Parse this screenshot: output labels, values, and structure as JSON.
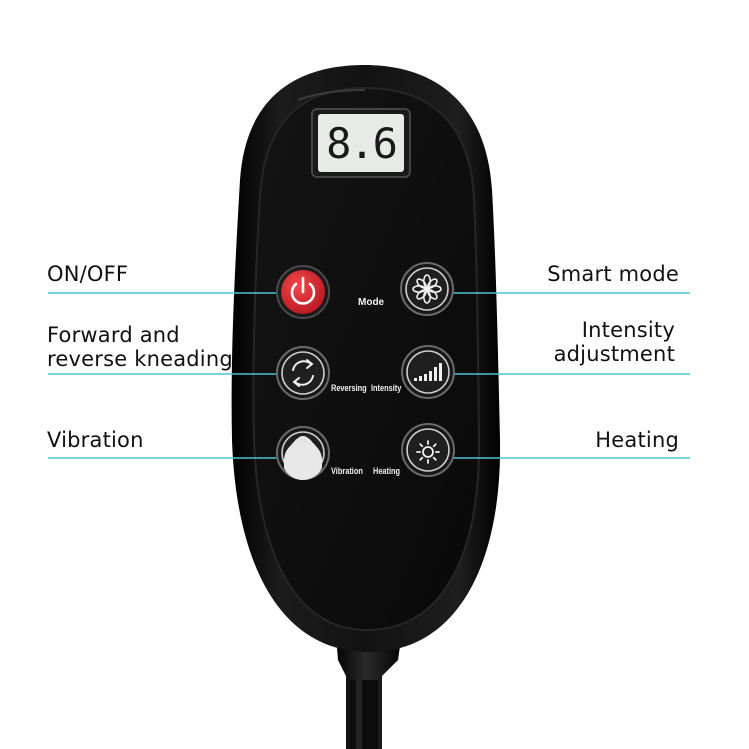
{
  "display": {
    "value": "8.6"
  },
  "buttons": {
    "power": {
      "icon": "power-icon",
      "color": "#d9262c"
    },
    "mode": {
      "label": "Mode",
      "icon": "flower-icon"
    },
    "reversing": {
      "label": "Reversing",
      "icon": "rotate-arrows-icon"
    },
    "intensity": {
      "label": "Intensity",
      "icon": "signal-bars-icon"
    },
    "vibration": {
      "label": "Vibration",
      "icon": "wave-icon"
    },
    "heating": {
      "label": "Heating",
      "icon": "sun-icon"
    }
  },
  "callouts": {
    "on_off": "ON/OFF",
    "smart_mode": "Smart mode",
    "forward_reverse": [
      "Forward and",
      "reverse kneading"
    ],
    "intensity_adjustment": [
      "Intensity",
      "adjustment"
    ],
    "vibration": "Vibration",
    "heating": "Heating"
  },
  "colors": {
    "guide_line": "#4fc3d3",
    "remote_body": "#0b0b0b",
    "lcd_bg": "#e7eae7"
  }
}
